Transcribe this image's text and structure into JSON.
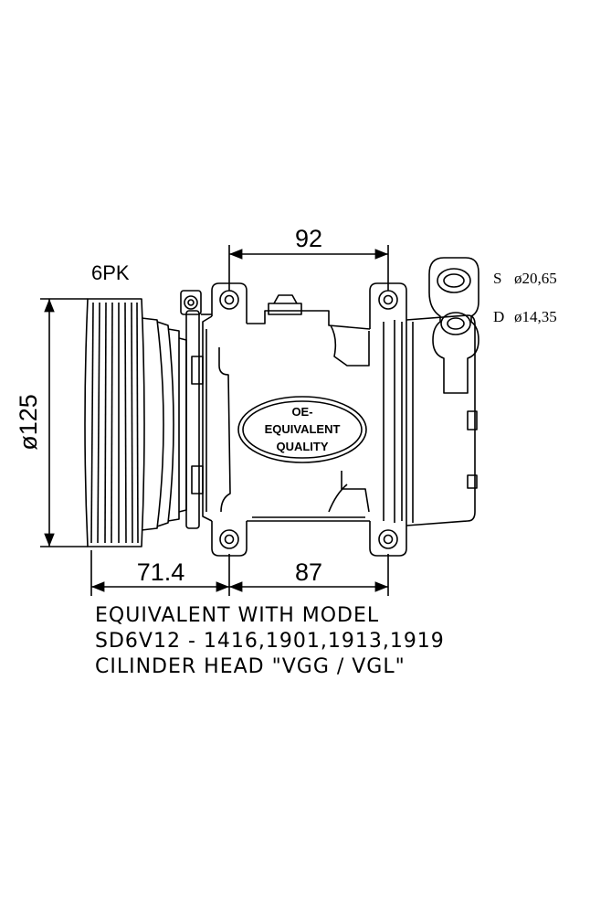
{
  "dimensions": {
    "top_width": "92",
    "pulley_offset": "71.4",
    "bottom_width": "87",
    "pulley_diameter": "ø125",
    "belt_profile": "6PK"
  },
  "ports": {
    "suction_label": "S",
    "suction_value": "ø20,65",
    "discharge_label": "D",
    "discharge_value": "ø14,35"
  },
  "badge": {
    "line1": "OE-",
    "line2": "EQUIVALENT",
    "line3": "QUALITY"
  },
  "notes": {
    "line1": "EQUIVALENT WITH MODEL",
    "line2": "SD6V12 - 1416,1901,1913,1919",
    "line3": "CILINDER HEAD \"VGG / VGL\""
  }
}
